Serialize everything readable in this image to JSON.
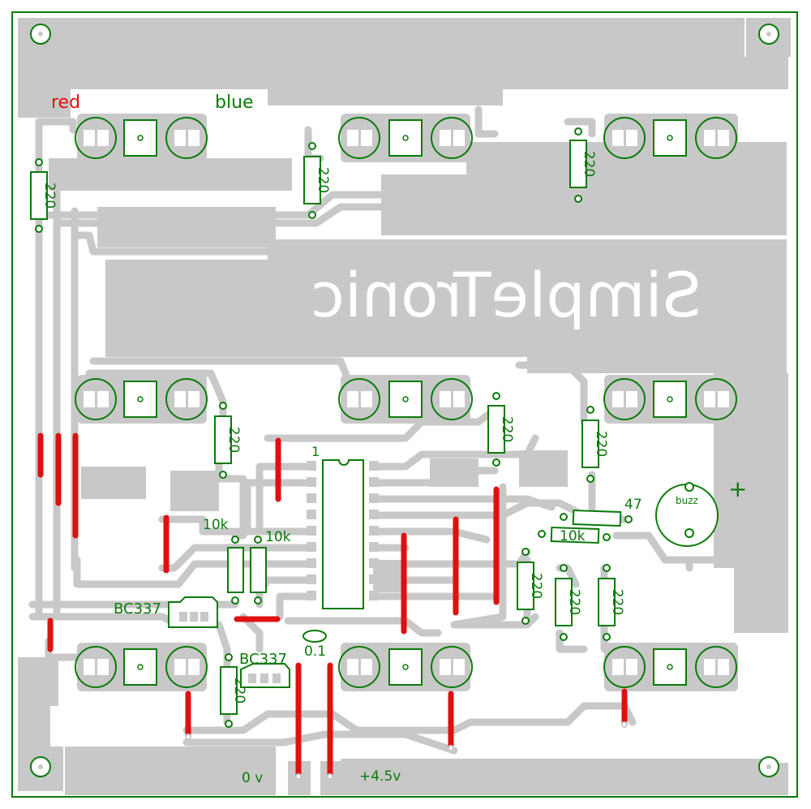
{
  "board": {
    "brand_text": "SimpleTronic",
    "label_red": "red",
    "label_blue": "blue",
    "label_0v": "0 v",
    "label_45v": "+4.5v",
    "label_buzz": "buzz",
    "label_plus": "+",
    "label_ic_pin1": "1",
    "label_cap": "0.1",
    "transistors": [
      "BC337",
      "BC337"
    ],
    "resistors": {
      "r220": "220",
      "r10k": "10k",
      "r47": "47"
    }
  },
  "colors": {
    "outline": "#0a7a0a",
    "copper": "#c8c8c8",
    "jumper": "#e01010",
    "red_text": "#e01010"
  }
}
